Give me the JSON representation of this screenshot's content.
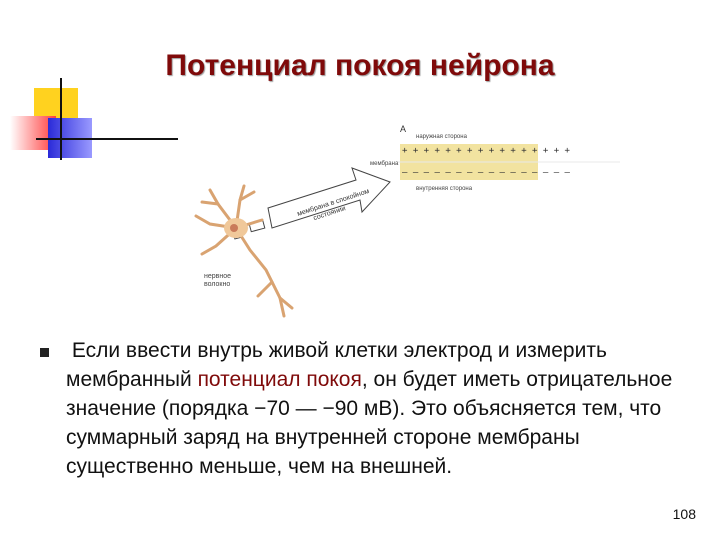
{
  "slide": {
    "title": "Потенциал покоя нейрона",
    "page_number": "108"
  },
  "diagram": {
    "panel_label": "А",
    "outer_side_label": "наружная сторона",
    "inner_side_label": "внутренняя сторона",
    "membrane_label": "мембрана",
    "plus_row": "+ + + + + + + + + + + + + + + +",
    "minus_row": "– – – – – – – – – – – – – – – –",
    "arrow_label_1": "мембрана в спокойном",
    "arrow_label_2": "состоянии",
    "fiber_label_1": "нервное",
    "fiber_label_2": "волокно"
  },
  "bullet": {
    "text_before": "Если ввести внутрь живой клетки электрод и измерить мембранный ",
    "highlight": "потенциал покоя",
    "text_after": ", он будет иметь отрицательное значение (порядка −70 — −90 мВ). Это объясняется тем, что суммарный заряд на внутренней стороне мембраны существенно меньше, чем на внешней."
  },
  "colors": {
    "title": "#7f0a0a",
    "highlight": "#7f0a0a",
    "membrane": "#f2e3a0",
    "neuron": "#f0c89a"
  }
}
